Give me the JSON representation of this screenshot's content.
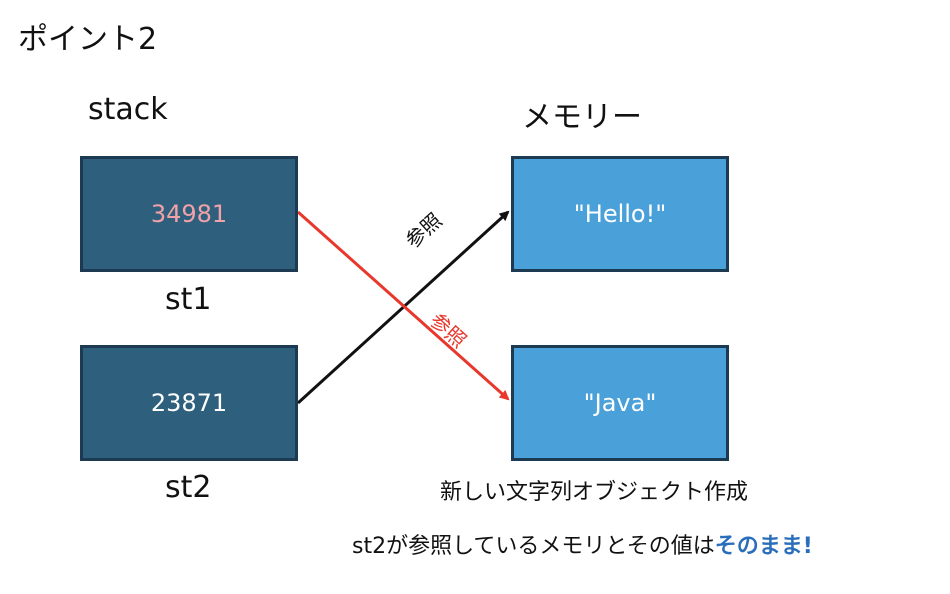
{
  "title": "ポイント2",
  "stack": {
    "label": "stack",
    "items": [
      {
        "value": "34981",
        "var": "st1"
      },
      {
        "value": "23871",
        "var": "st2"
      }
    ]
  },
  "memory": {
    "label": "メモリー",
    "items": [
      {
        "value": "\"Hello!\""
      },
      {
        "value": "\"Java\""
      }
    ]
  },
  "arrows": {
    "black_label": "参照",
    "red_label": "参照",
    "black_color": "#111111",
    "red_color": "#e8372c"
  },
  "notes": {
    "line1": "新しい文字列オブジェクト作成",
    "line2_plain": "st2が参照しているメモリとその値は",
    "line2_strong": "そのまま!"
  }
}
